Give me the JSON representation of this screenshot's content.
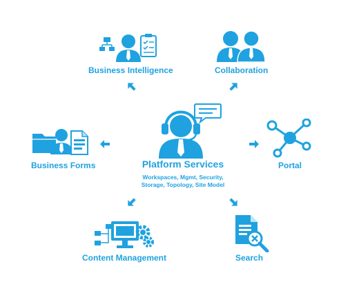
{
  "center": {
    "title": "Platform Services",
    "subtitle_line1": "Workspaces, Mgmt, Security,",
    "subtitle_line2": "Storage, Topology, Site Model"
  },
  "nodes": {
    "business_intelligence": "Business Intelligence",
    "collaboration": "Collaboration",
    "business_forms": "Business Forms",
    "portal": "Portal",
    "content_management": "Content Management",
    "search": "Search"
  },
  "colors": {
    "primary": "#1fa2df",
    "light": "#bde6f7"
  }
}
